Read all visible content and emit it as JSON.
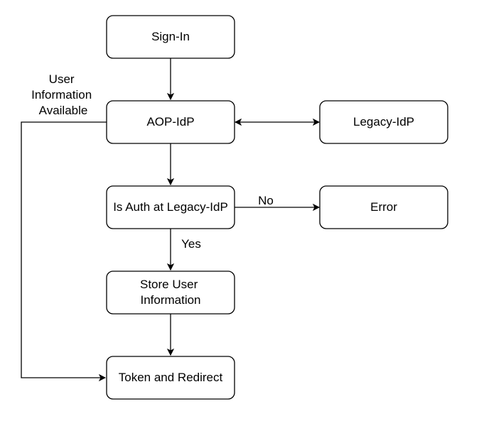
{
  "nodes": {
    "sign_in": "Sign-In",
    "aop_idp": "AOP-IdP",
    "legacy_idp": "Legacy-IdP",
    "is_auth": "Is Auth at Legacy-IdP",
    "error": "Error",
    "store_user": [
      "Store User",
      "Information"
    ],
    "token_redirect": "Token and Redirect"
  },
  "edge_labels": {
    "user_info": [
      "User",
      "Information",
      "Available"
    ],
    "no": "No",
    "yes": "Yes"
  }
}
